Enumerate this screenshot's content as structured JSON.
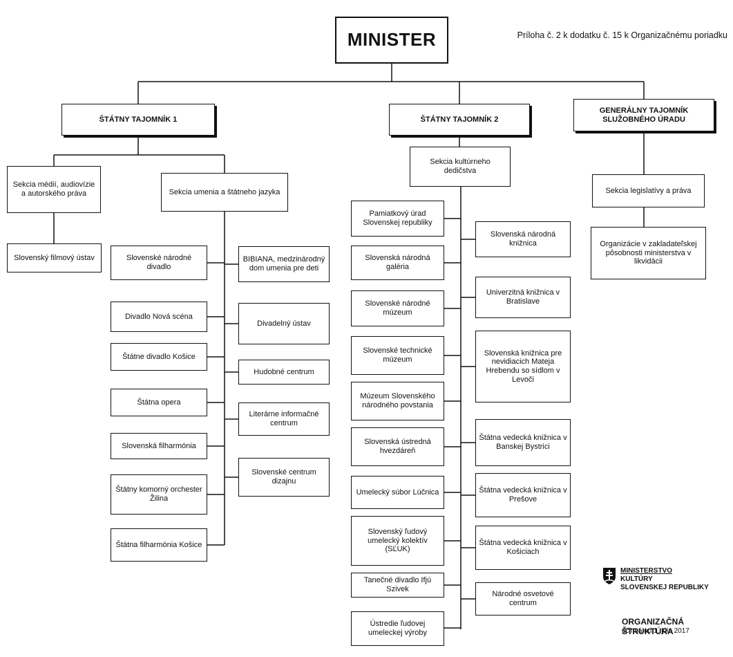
{
  "header_note": "Príloha č. 2 k dodatku č. 15 k Organizačnému poriadku",
  "nodes": {
    "minister": "MINISTER",
    "st1": "ŠTÁTNY TAJOMNÍK 1",
    "st2": "ŠTÁTNY TAJOMNÍK 2",
    "gt": "GENERÁLNY TAJOMNÍK SLUŽOBNÉHO ÚRADU",
    "sekcia_medii": "Sekcia médií, audiovízie a autorského práva",
    "sekcia_umenia": "Sekcia umenia a štátneho jazyka",
    "sekcia_dedicstva": "Sekcia kultúrneho dedičstva",
    "sekcia_legislativy": "Sekcia legislatívy a práva",
    "filmovy_ustav": "Slovenský filmový ústav",
    "organizacie": "Organizácie v zakladateľskej pôsobnosti ministerstva v likvidácii"
  },
  "umenie_left": [
    "Slovenské národné divadlo",
    "Divadlo Nová scéna",
    "Štátne divadlo Košice",
    "Štátna opera",
    "Slovenská filharmónia",
    "Štátny komorný orchester Žilina",
    "Štátna filharmónia Košice"
  ],
  "umenie_right": [
    "BIBIANA, medzinárodný dom umenia pre deti",
    "Divadelný ústav",
    "Hudobné centrum",
    "Literárne informačné centrum",
    "Slovenské centrum dizajnu"
  ],
  "dedicstvo_left": [
    "Pamiatkový úrad Slovenskej republiky",
    "Slovenská národná galéria",
    "Slovenské národné múzeum",
    "Slovenské technické múzeum",
    "Múzeum Slovenského národného povstania",
    "Slovenská ústredná hvezdáreň",
    "Umelecký súbor Lúčnica",
    "Slovenský ľudový umelecký kolektív (SĽUK)",
    "Tanečné divadlo Ifjú Szivek",
    "Ústredie ľudovej umeleckej výroby"
  ],
  "dedicstvo_right": [
    "Slovenská národná knižnica",
    "Univerzitná knižnica v Bratislave",
    "Slovenská knižnica pre nevidiacich Mateja Hrebendu so sídlom v Levoči",
    "Štátna vedecká knižnica v Banskej Bystrici",
    "Štátna vedecká knižnica v Prešove",
    "Štátna vedecká knižnica v Košiciach",
    "Národné osvetové centrum"
  ],
  "logo": {
    "line1": "MINISTERSTVO",
    "line2": "KULTÚRY",
    "line3": "SLOVENSKEJ REPUBLIKY"
  },
  "footer": {
    "title": "ORGANIZAČNÁ ŠTRUKTÚRA",
    "date": "účinná od 1. júla 2017"
  }
}
